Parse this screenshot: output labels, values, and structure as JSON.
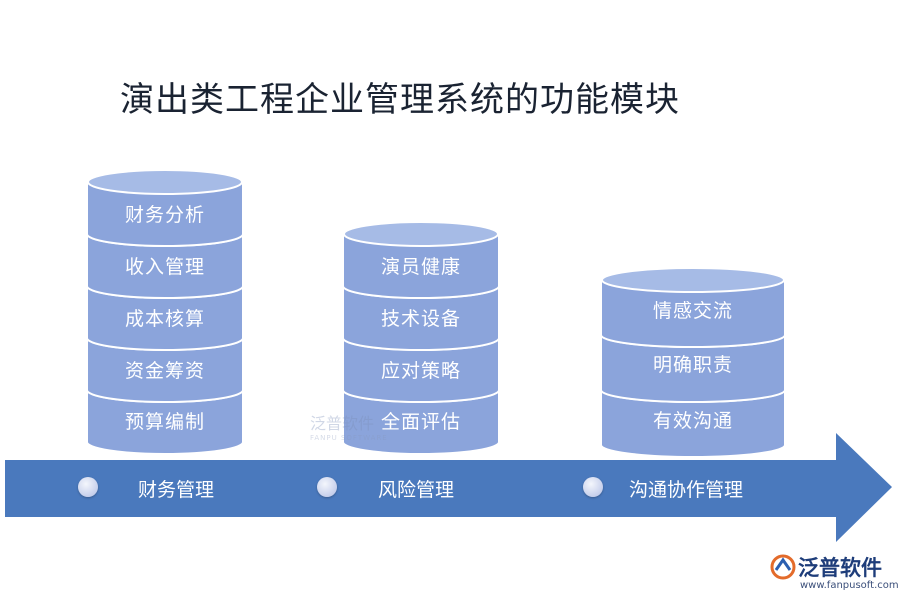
{
  "title": "演出类工程企业管理系统的功能模块",
  "columns": [
    {
      "category": "财务管理",
      "items": [
        "财务分析",
        "收入管理",
        "成本核算",
        "资金筹资",
        "预算编制"
      ]
    },
    {
      "category": "风险管理",
      "items": [
        "演员健康",
        "技术设备",
        "应对策略",
        "全面评估"
      ]
    },
    {
      "category": "沟通协作管理",
      "items": [
        "情感交流",
        "明确职责",
        "有效沟通"
      ]
    }
  ],
  "colors": {
    "cylinder": "#8ba4db",
    "cylinder_top": "#a6bbe6",
    "arrow": "#4a79bd",
    "title": "#1a2332"
  },
  "watermark": {
    "text": "泛普软件",
    "sub": "FANPU SOFTWARE"
  },
  "logo": {
    "name": "泛普软件",
    "url": "www.fanpusoft.com"
  }
}
